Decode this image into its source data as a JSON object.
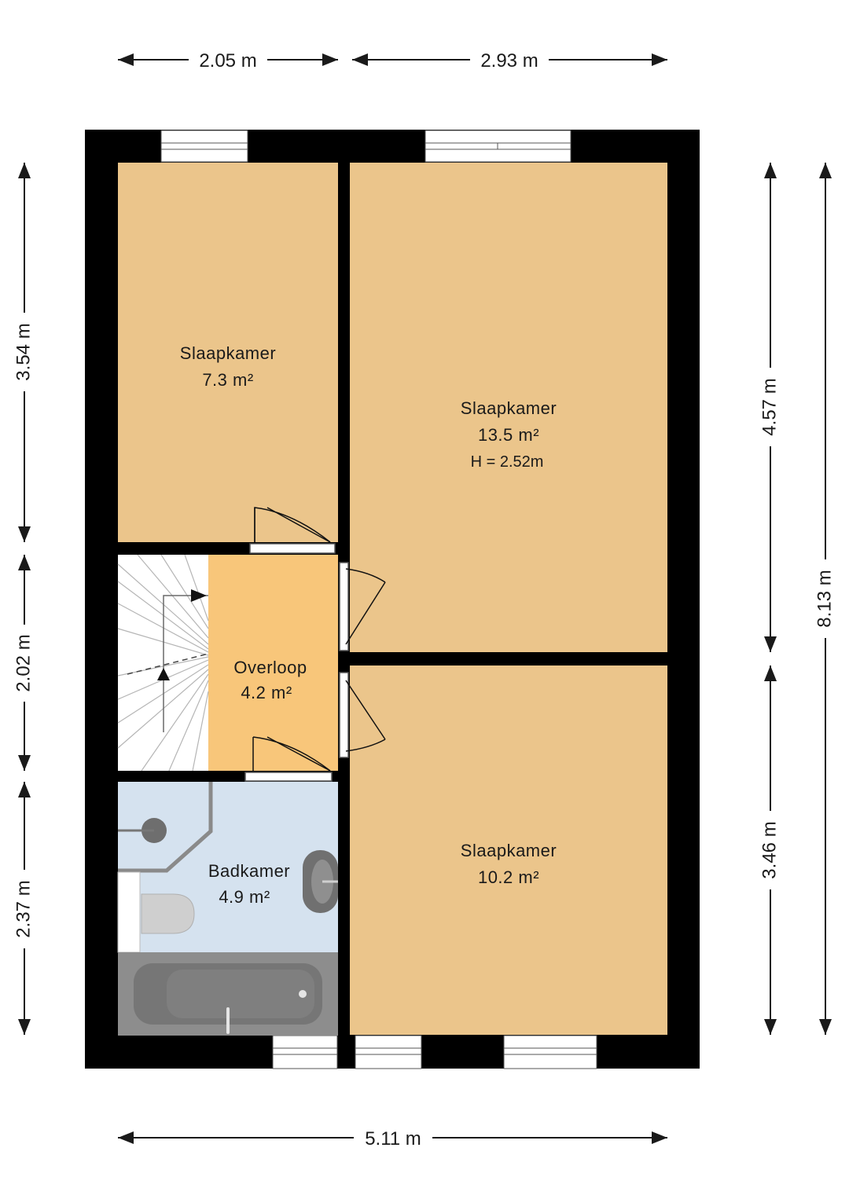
{
  "colors": {
    "wall": "#000000",
    "bedroom": "#ebc58b",
    "landing": "#f8c67a",
    "bathroom": "#d5e2ef",
    "fixture": "#8a8a8a",
    "stairs": "#ffffff",
    "window": "#ffffff"
  },
  "rooms": {
    "bedroom_top_left": {
      "name": "Slaapkamer",
      "area": "7.3 m²"
    },
    "bedroom_top_right": {
      "name": "Slaapkamer",
      "area": "13.5 m²",
      "height": "H = 2.52m"
    },
    "bedroom_bottom_right": {
      "name": "Slaapkamer",
      "area": "10.2 m²"
    },
    "landing": {
      "name": "Overloop",
      "area": "4.2 m²"
    },
    "bathroom": {
      "name": "Badkamer",
      "area": "4.9 m²"
    }
  },
  "dimensions": {
    "top_left": "2.05 m",
    "top_right": "2.93 m",
    "bottom": "5.11 m",
    "left_top": "3.54 m",
    "left_middle": "2.02 m",
    "left_bottom": "2.37 m",
    "right_top": "4.57 m",
    "right_bottom": "3.46 m",
    "right_total": "8.13 m"
  }
}
